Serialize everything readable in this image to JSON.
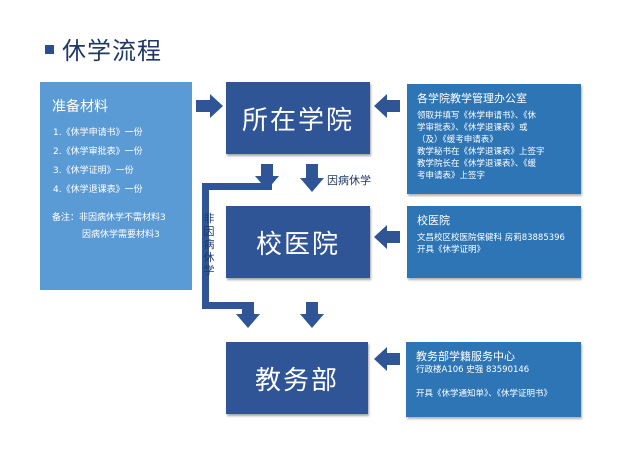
{
  "title": "休学流程",
  "materials": {
    "heading": "准备材料",
    "items": [
      "1.《休学申请书》一份",
      "2.《休学审批表》一份",
      "3.《休学证明》一份",
      "4.《休学退课表》一份"
    ],
    "note_line1": "备注：非因病休学不需材料3",
    "note_line2": "因病休学需要材料3"
  },
  "steps": {
    "college": "所在学院",
    "hospital": "校医院",
    "academic": "教务部"
  },
  "college_info": {
    "heading": "各学院教学管理办公室",
    "lines": [
      "领取并填写《休学申请书》、《休",
      "学审批表》、《休学退课表》或",
      "（及）《缓考申请表》",
      "教学秘书在《休学退课表》上签字",
      "教学院长在《休学退课表》、《缓",
      "考申请表》上签字"
    ]
  },
  "hospital_info": {
    "heading": "校医院",
    "lines": [
      "文昌校区校医院保健科  房莉83885396",
      "开具《休学证明》"
    ]
  },
  "academic_info": {
    "heading": "教务部学籍服务中心",
    "lines": [
      "行政楼A106    史强      83590146",
      "",
      "开具《休学通知单》、《休学证明书》"
    ]
  },
  "labels": {
    "sick_leave": "因病休学",
    "non_sick_chars": [
      "非",
      "因",
      "病",
      "休",
      "学"
    ]
  },
  "colors": {
    "main_box": "#2f5597",
    "info_box": "#2e75b6",
    "materials_box": "#5b9bd5",
    "arrow": "#2f5597",
    "title_text": "#1f3864"
  }
}
